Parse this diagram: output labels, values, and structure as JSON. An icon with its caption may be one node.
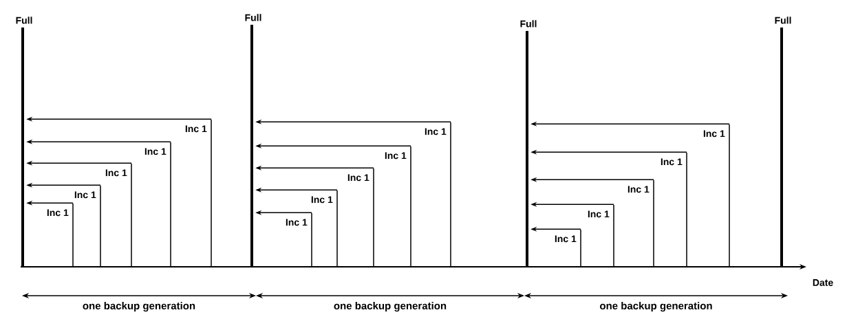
{
  "diagram": {
    "nodes": [
      {
        "text": [
          "Full"
        ]
      },
      {
        "text": [
          "Inc 1"
        ]
      },
      {
        "text": [
          "Inc 1"
        ]
      },
      {
        "text": [
          "Inc 1"
        ]
      },
      {
        "text": [
          "Inc 1"
        ]
      },
      {
        "text": [
          "Inc 1"
        ]
      },
      {
        "text": [
          "Full"
        ]
      },
      {
        "text": [
          "Inc 1"
        ]
      },
      {
        "text": [
          "Inc 1"
        ]
      },
      {
        "text": [
          "Inc 1"
        ]
      },
      {
        "text": [
          "Inc 1"
        ]
      },
      {
        "text": [
          "Inc 1"
        ]
      },
      {
        "text": [
          "Full"
        ]
      },
      {
        "text": [
          "Inc 1"
        ]
      },
      {
        "text": [
          "Inc 1"
        ]
      },
      {
        "text": [
          "Inc 1"
        ]
      },
      {
        "text": [
          "Inc 1"
        ]
      },
      {
        "text": [
          "Inc 1"
        ]
      },
      {
        "text": [
          "Full"
        ]
      }
    ],
    "edges": [
      {
        "from": 1,
        "to": 0,
        "arrow": "to"
      },
      {
        "from": 2,
        "to": 0,
        "arrow": "to"
      },
      {
        "from": 3,
        "to": 0,
        "arrow": "to"
      },
      {
        "from": 4,
        "to": 0,
        "arrow": "to"
      },
      {
        "from": 5,
        "to": 0,
        "arrow": "to"
      },
      {
        "from": 7,
        "to": 6,
        "arrow": "to"
      },
      {
        "from": 8,
        "to": 6,
        "arrow": "to"
      },
      {
        "from": 9,
        "to": 6,
        "arrow": "to"
      },
      {
        "from": 10,
        "to": 6,
        "arrow": "to"
      },
      {
        "from": 11,
        "to": 6,
        "arrow": "to"
      },
      {
        "from": 13,
        "to": 12,
        "arrow": "to"
      },
      {
        "from": 14,
        "to": 12,
        "arrow": "to"
      },
      {
        "from": 15,
        "to": 12,
        "arrow": "to"
      },
      {
        "from": 16,
        "to": 12,
        "arrow": "to"
      },
      {
        "from": 17,
        "to": 12,
        "arrow": "to"
      }
    ],
    "labels": [
      "Date",
      "one backup generation",
      "one backup generation",
      "one backup generation"
    ]
  }
}
